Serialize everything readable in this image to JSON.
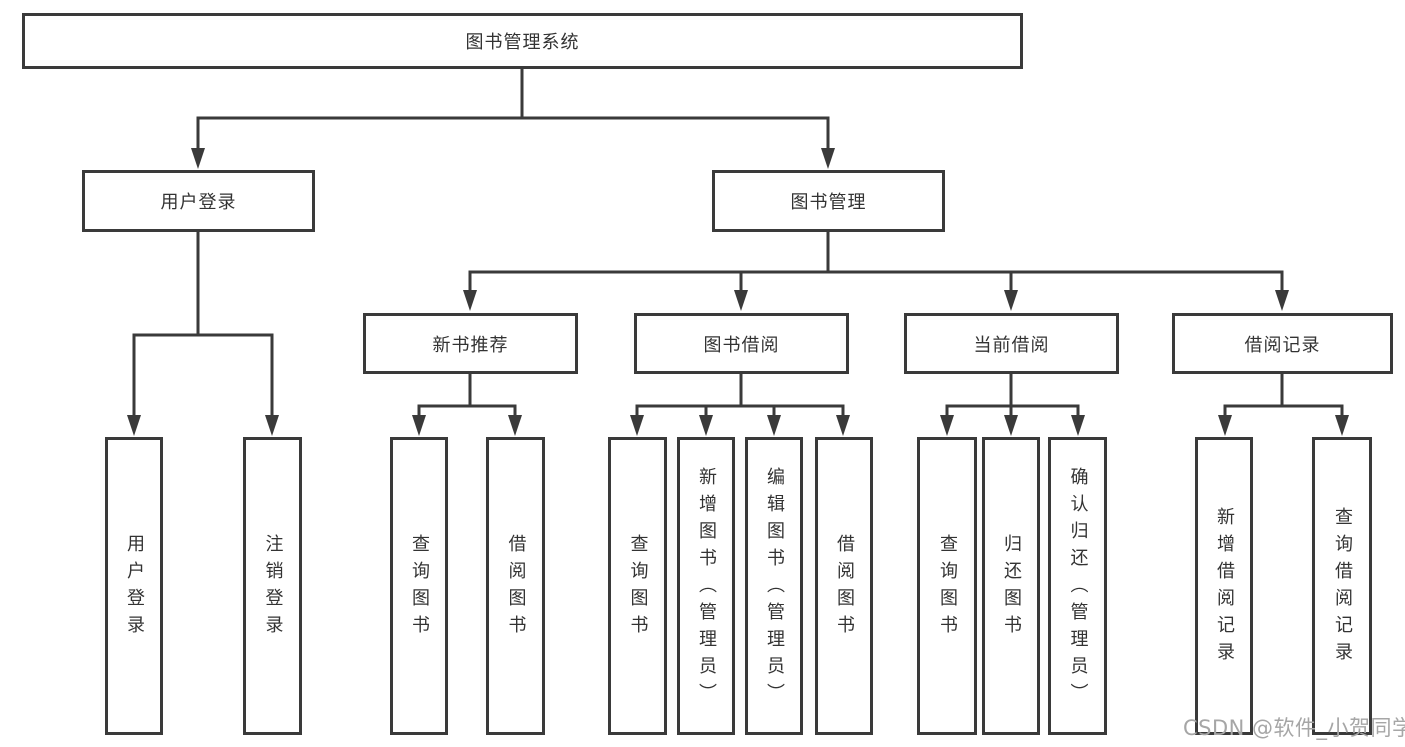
{
  "diagram": {
    "type": "tree",
    "root": {
      "label": "图书管理系统"
    },
    "branches": [
      {
        "label": "用户登录",
        "children": [
          "用户登录",
          "注销登录"
        ]
      },
      {
        "label": "图书管理",
        "children": [
          {
            "label": "新书推荐",
            "children": [
              "查询图书",
              "借阅图书"
            ]
          },
          {
            "label": "图书借阅",
            "children": [
              "查询图书",
              "新增图书（管理员）",
              "编辑图书（管理员）",
              "借阅图书"
            ]
          },
          {
            "label": "当前借阅",
            "children": [
              "查询图书",
              "归还图书",
              "确认归还（管理员）"
            ]
          },
          {
            "label": "借阅记录",
            "children": [
              "新增借阅记录",
              "查询借阅记录"
            ]
          }
        ]
      }
    ],
    "watermark": "CSDN @软件_小贺同学",
    "colors": {
      "line": "#3a3a3a",
      "text": "#333333",
      "background": "#ffffff",
      "watermark": "#a6a6a6"
    }
  }
}
